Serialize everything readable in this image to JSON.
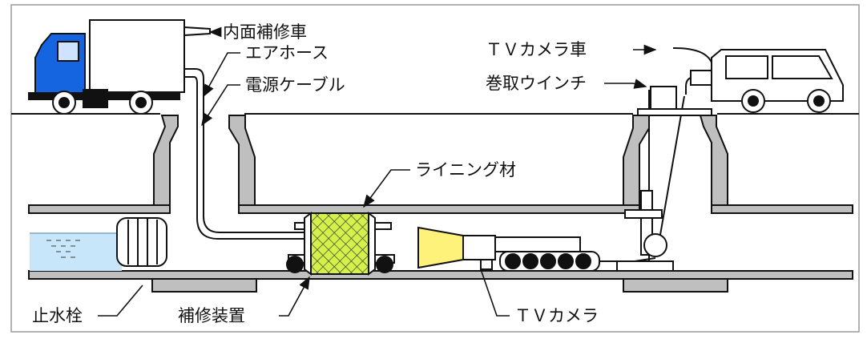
{
  "labels": {
    "lining_repair_truck": "内面補修車",
    "air_hose": "エアホース",
    "power_cable": "電源ケーブル",
    "lining_material": "ライニング材",
    "tv_camera_truck": "ＴＶカメラ車",
    "winch": "巻取ウインチ",
    "water_stop_plug": "止水栓",
    "repair_device": "補修装置",
    "tv_camera": "ＴＶカメラ"
  },
  "colors": {
    "truck_cab": "#1565e0",
    "water": "#c8e6fa",
    "lining": "#d4f04a",
    "camera_light": "#fff27a",
    "line": "#111111",
    "fill_gray": "#bfbfbf"
  }
}
